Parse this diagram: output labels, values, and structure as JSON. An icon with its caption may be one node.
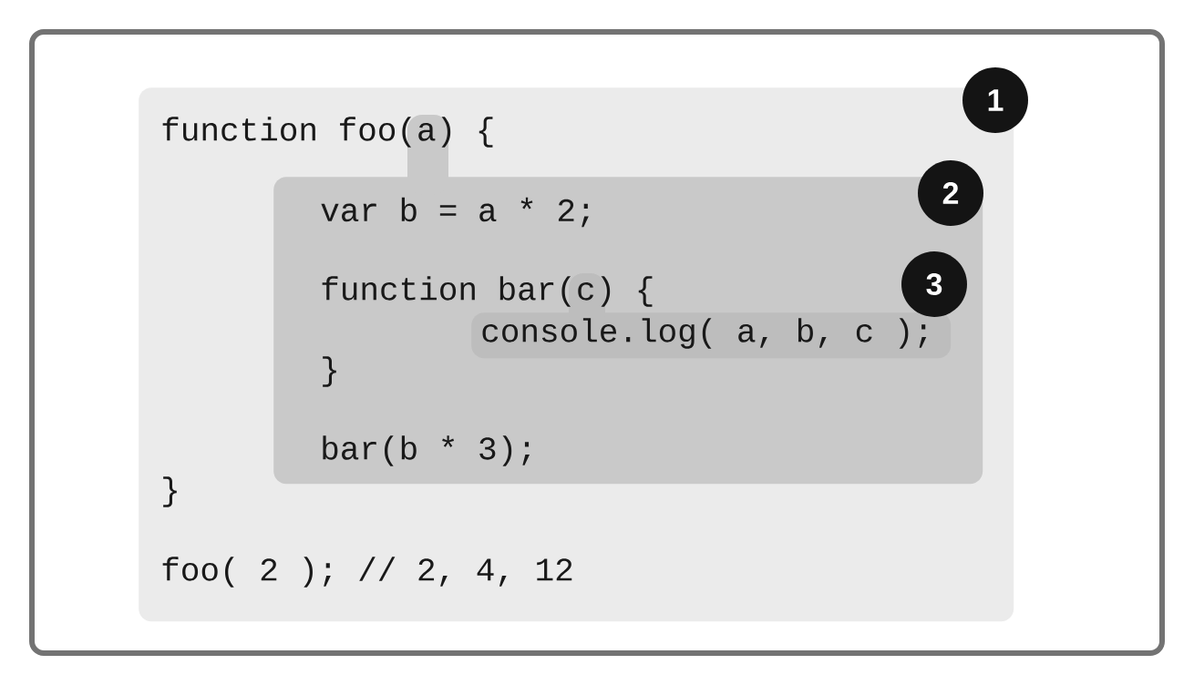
{
  "diagram": {
    "nodes": [
      {
        "text": [
          "function foo(a) {",
          "}",
          "foo( 2 ); // 2, 4, 12"
        ],
        "beside": [
          "1"
        ]
      },
      {
        "text": [
          "var b = a * 2;",
          "function bar(c) {",
          "}",
          "bar(b * 3);"
        ],
        "in": 0,
        "beside": [
          "2"
        ]
      },
      {
        "text": [
          "console.log( a, b, c );"
        ],
        "in": 1,
        "beside": [
          "3"
        ]
      }
    ]
  }
}
